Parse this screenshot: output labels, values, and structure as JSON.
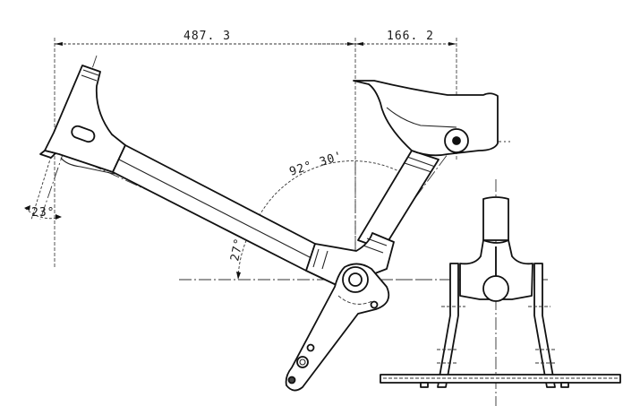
{
  "drawing": {
    "type": "mechanical-technical-drawing",
    "subject": "frame with seat post, lever arm and front-view base stand",
    "dimensions": {
      "horizontal_left": "487. 3",
      "horizontal_right": "166. 2"
    },
    "angles": {
      "between_tubes": "92° 30'",
      "tube_to_horizontal": "27°",
      "head_tube": "23°"
    },
    "views": [
      "side-view",
      "front-view"
    ],
    "colors": {
      "line": "#111111",
      "background": "#ffffff"
    }
  }
}
